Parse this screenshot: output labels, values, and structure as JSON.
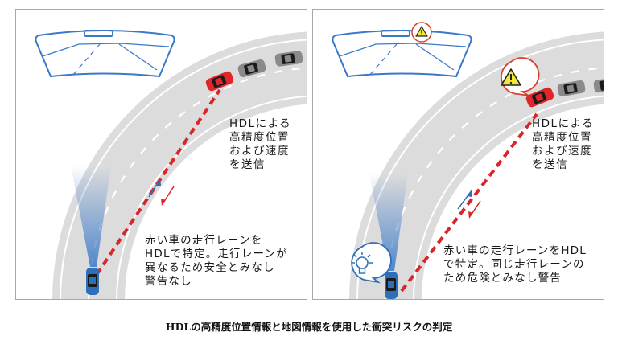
{
  "figure": {
    "caption": "HDLの高精度位置情報と地図情報を使用した衝突リスクの判定"
  },
  "panels": [
    {
      "id": "safe-case",
      "send_text": "HDLによる\n高精度位置\nおよび速度\nを送信",
      "description": "赤い車の走行レーンを\nHDLで特定。走行レーンが\n異なるため安全とみなし\n警告なし",
      "windshield_warning": false,
      "car_warning": false,
      "driver_hint": false
    },
    {
      "id": "danger-case",
      "send_text": "HDLによる\n高精度位置\nおよび速度\nを送信",
      "description": "赤い車の走行レーンをHDL\nで特定。同じ走行レーンの\nため危険とみなし警告",
      "windshield_warning": true,
      "car_warning": true,
      "driver_hint": true
    }
  ],
  "icons": {
    "warning": "warning-triangle-icon",
    "hint": "lightbulb-icon",
    "windshield": "windshield-icon",
    "ego_car": "blue-car-icon",
    "other_car": "red-car-icon",
    "queued_car": "gray-car-icon"
  },
  "colors": {
    "road": "#dcdcdc",
    "road_line": "#ffffff",
    "ego_car": "#2f6fb8",
    "other_car": "#e0262a",
    "queued_car": "#8a8a8a",
    "beam": "#3a78c8",
    "windshield": "#3a78c8",
    "warning_fill": "#f3e83a",
    "warning_ring": "#d84030",
    "hint": "#2f6fb8",
    "link_red": "#d8262a"
  }
}
